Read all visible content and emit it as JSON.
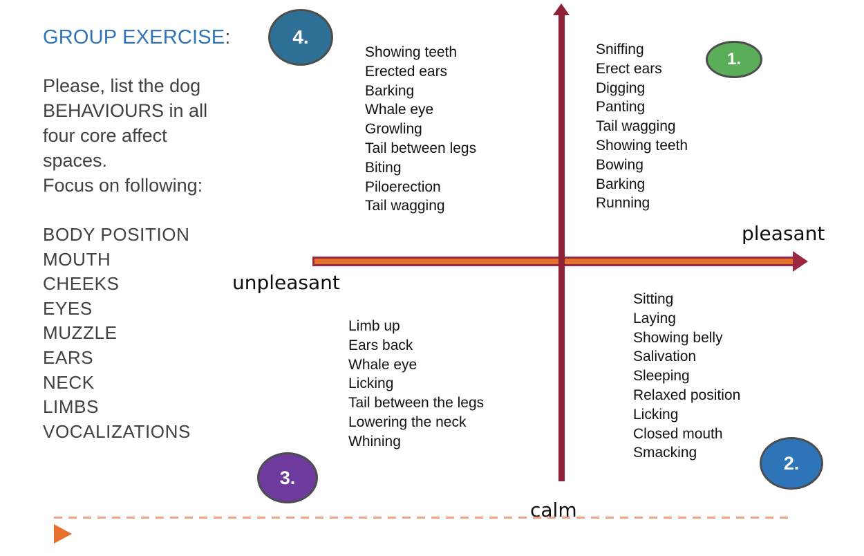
{
  "slide": {
    "title": "GROUP EXERCISE",
    "title_colon": ":",
    "intro_lines": [
      "Please, list the dog",
      "BEHAVIOURS in all",
      "four core affect",
      "spaces.",
      "Focus on following:"
    ],
    "focus_list": [
      "BODY POSITION",
      "MOUTH",
      "CHEEKS",
      "EYES",
      "MUZZLE",
      "EARS",
      "NECK",
      "LIMBS",
      "VOCALIZATIONS"
    ]
  },
  "axes": {
    "horizontal_negative_label": "unpleasant",
    "horizontal_positive_label": "pleasant",
    "vertical_bottom_label": "calm",
    "axis_color": "#8e2135",
    "arrow_fill_color": "#e2702f"
  },
  "quadrants": {
    "q1": {
      "badge": "1.",
      "color": "#5aae5a",
      "behaviors": [
        "Sniffing",
        "Erect ears",
        "Digging",
        "Panting",
        "Tail wagging",
        "Showing teeth",
        "Bowing",
        "Barking",
        "Running"
      ]
    },
    "q2": {
      "badge": "2.",
      "color": "#2e74b8",
      "behaviors": [
        "Sitting",
        "Laying",
        "Showing belly",
        "Salivation",
        "Sleeping",
        "Relaxed position",
        "Licking",
        "Closed mouth",
        "Smacking"
      ]
    },
    "q3": {
      "badge": "3.",
      "color": "#6f3a9e",
      "behaviors": [
        "Limb up",
        "Ears back",
        "Whale eye",
        "Licking",
        "Tail between the legs",
        "Lowering the neck",
        "Whining"
      ]
    },
    "q4": {
      "badge": "4.",
      "color": "#2e7096",
      "behaviors": [
        "Showing teeth",
        "Erected ears",
        "Barking",
        "Whale eye",
        "Growling",
        "Tail between legs",
        "Biting",
        "Piloerection",
        "Tail wagging"
      ]
    }
  },
  "footer": {
    "dashed_line_color": "#f2a285",
    "bullet_color": "#e8702f"
  }
}
